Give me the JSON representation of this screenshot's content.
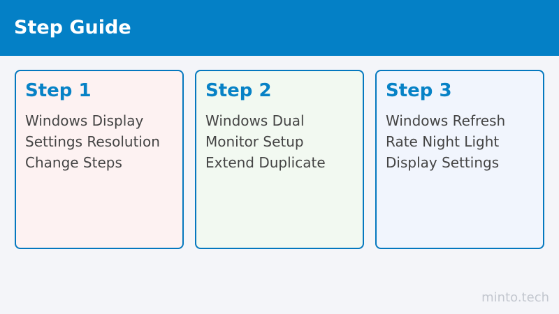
{
  "header": {
    "title": "Step Guide"
  },
  "colors": {
    "header_background": "#0480c6",
    "accent": "#0782c6",
    "card_border": "#0478bf",
    "page_background": "#f4f5f9"
  },
  "cards": [
    {
      "title": "Step 1",
      "lines": [
        "Windows Display",
        "Settings Resolution",
        "Change Steps"
      ],
      "background": "#fdf2f2"
    },
    {
      "title": "Step 2",
      "lines": [
        "Windows Dual",
        "Monitor Setup",
        "Extend Duplicate"
      ],
      "background": "#f2f9f1"
    },
    {
      "title": "Step 3",
      "lines": [
        "Windows Refresh",
        "Rate Night Light",
        "Display Settings"
      ],
      "background": "#f1f5fd"
    }
  ],
  "footer": {
    "brand": "minto.tech"
  }
}
